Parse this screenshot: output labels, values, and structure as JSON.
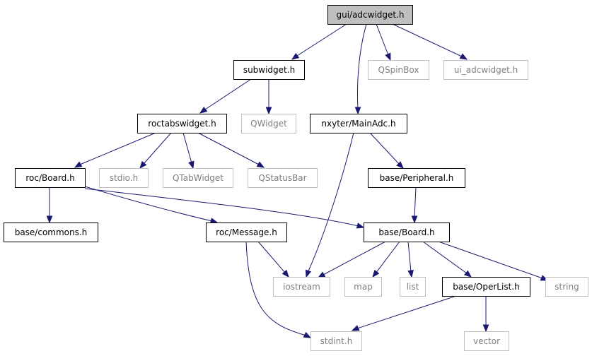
{
  "diagram": {
    "nodes": [
      {
        "id": "adcwidget",
        "label": "gui/adcwidget.h",
        "style": "root",
        "link": true
      },
      {
        "id": "subwidget",
        "label": "subwidget.h",
        "style": "solid",
        "link": true
      },
      {
        "id": "qspinbox",
        "label": "QSpinBox",
        "style": "ext",
        "link": false
      },
      {
        "id": "ui_adcwidget",
        "label": "ui_adcwidget.h",
        "style": "ext",
        "link": false
      },
      {
        "id": "roctabswidget",
        "label": "roctabswidget.h",
        "style": "solid",
        "link": true
      },
      {
        "id": "qwidget",
        "label": "QWidget",
        "style": "ext",
        "link": false
      },
      {
        "id": "mainadc",
        "label": "nxyter/MainAdc.h",
        "style": "solid",
        "link": true
      },
      {
        "id": "rocboard",
        "label": "roc/Board.h",
        "style": "solid",
        "link": true
      },
      {
        "id": "stdio",
        "label": "stdio.h",
        "style": "ext",
        "link": false
      },
      {
        "id": "qtabwidget",
        "label": "QTabWidget",
        "style": "ext",
        "link": false
      },
      {
        "id": "qstatusbar",
        "label": "QStatusBar",
        "style": "ext",
        "link": false
      },
      {
        "id": "peripheral",
        "label": "base/Peripheral.h",
        "style": "solid",
        "link": true
      },
      {
        "id": "commons",
        "label": "base/commons.h",
        "style": "solid",
        "link": true
      },
      {
        "id": "rocmessage",
        "label": "roc/Message.h",
        "style": "solid",
        "link": true
      },
      {
        "id": "baseboard",
        "label": "base/Board.h",
        "style": "solid",
        "link": true
      },
      {
        "id": "iostream",
        "label": "iostream",
        "style": "ext",
        "link": false
      },
      {
        "id": "map",
        "label": "map",
        "style": "ext",
        "link": false
      },
      {
        "id": "list",
        "label": "list",
        "style": "ext",
        "link": false
      },
      {
        "id": "operlist",
        "label": "base/OperList.h",
        "style": "solid",
        "link": true
      },
      {
        "id": "string",
        "label": "string",
        "style": "ext",
        "link": false
      },
      {
        "id": "stdint",
        "label": "stdint.h",
        "style": "ext",
        "link": false
      },
      {
        "id": "vector",
        "label": "vector",
        "style": "ext",
        "link": false
      }
    ],
    "edges": [
      {
        "from": "adcwidget",
        "to": "subwidget"
      },
      {
        "from": "adcwidget",
        "to": "mainadc"
      },
      {
        "from": "adcwidget",
        "to": "qspinbox"
      },
      {
        "from": "adcwidget",
        "to": "ui_adcwidget"
      },
      {
        "from": "subwidget",
        "to": "roctabswidget"
      },
      {
        "from": "subwidget",
        "to": "qwidget"
      },
      {
        "from": "roctabswidget",
        "to": "rocboard"
      },
      {
        "from": "roctabswidget",
        "to": "stdio"
      },
      {
        "from": "roctabswidget",
        "to": "qtabwidget"
      },
      {
        "from": "roctabswidget",
        "to": "qstatusbar"
      },
      {
        "from": "mainadc",
        "to": "peripheral"
      },
      {
        "from": "mainadc",
        "to": "iostream"
      },
      {
        "from": "peripheral",
        "to": "baseboard"
      },
      {
        "from": "rocboard",
        "to": "commons"
      },
      {
        "from": "rocboard",
        "to": "rocmessage"
      },
      {
        "from": "rocboard",
        "to": "baseboard"
      },
      {
        "from": "rocmessage",
        "to": "iostream"
      },
      {
        "from": "rocmessage",
        "to": "stdint"
      },
      {
        "from": "baseboard",
        "to": "iostream"
      },
      {
        "from": "baseboard",
        "to": "map"
      },
      {
        "from": "baseboard",
        "to": "list"
      },
      {
        "from": "baseboard",
        "to": "operlist"
      },
      {
        "from": "baseboard",
        "to": "string"
      },
      {
        "from": "operlist",
        "to": "stdint"
      },
      {
        "from": "operlist",
        "to": "vector"
      }
    ]
  }
}
